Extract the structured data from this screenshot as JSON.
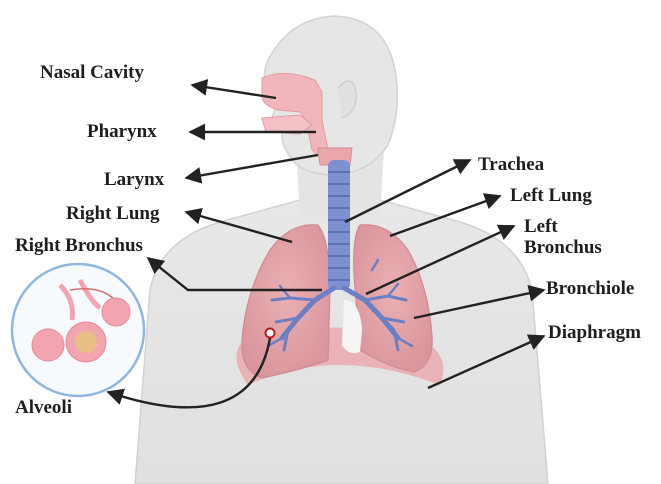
{
  "diagram": {
    "labels": {
      "nasal_cavity": "Nasal Cavity",
      "pharynx": "Pharynx",
      "larynx": "Larynx",
      "right_lung": "Right Lung",
      "right_bronchus": "Right Bronchus",
      "alveoli": "Alveoli",
      "trachea": "Trachea",
      "left_lung": "Left Lung",
      "left_bronchus_line1": "Left",
      "left_bronchus_line2": "Bronchus",
      "bronchiole": "Bronchiole",
      "diaphragm": "Diaphragm"
    },
    "colors": {
      "body": "#e4e4e4",
      "body_outline": "#cfcfcf",
      "lung": "#e6a3a8",
      "lung_dark": "#d88b92",
      "airway": "#f0b8bd",
      "trachea": "#7d8fcf",
      "bronchi": "#6c7fc4",
      "alveoli_ring": "#8fb6e0",
      "alveoli_sac": "#f2a5b0",
      "alveoli_inner": "#e3c57a",
      "arrow": "#222222"
    }
  }
}
